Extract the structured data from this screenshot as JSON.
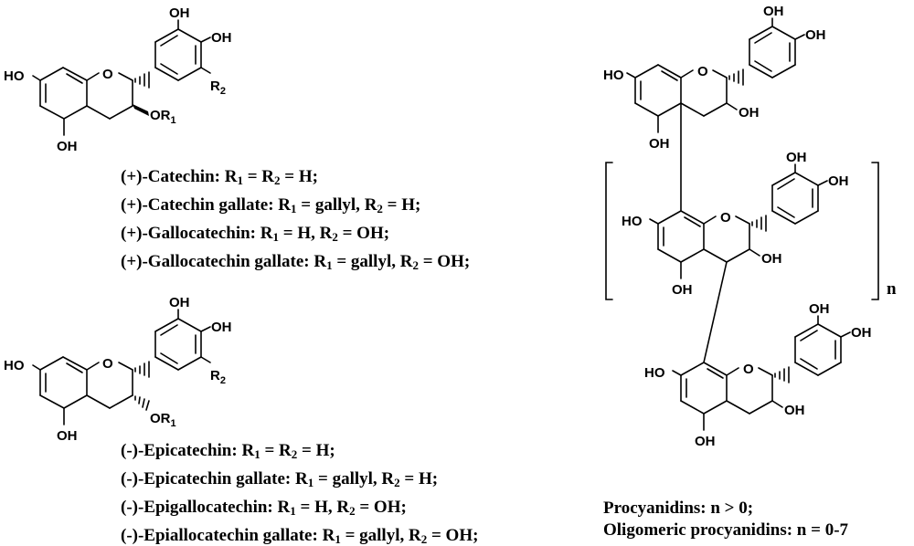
{
  "atoms": {
    "oh": "OH",
    "ho": "HO",
    "o": "O",
    "r2": "R",
    "r2_sub": "2",
    "or1": "OR",
    "or1_sub": "1",
    "n": "n"
  },
  "catechins": [
    {
      "name": "(+)-Catechin:",
      "r1": "H",
      "r2": "H;",
      "form": "equal"
    },
    {
      "name": "(+)-Catechin gallate:",
      "r1": "gallyl",
      "r2": "H;",
      "form": "pair"
    },
    {
      "name": "(+)-Gallocatechin:",
      "r1": "H",
      "r2": "OH;",
      "form": "pair"
    },
    {
      "name": "(+)-Gallocatechin gallate:",
      "r1": "gallyl",
      "r2": "OH;",
      "form": "pair"
    }
  ],
  "epicatechins": [
    {
      "name": "(-)-Epicatechin:",
      "r1": "H",
      "r2": "H;",
      "form": "equal"
    },
    {
      "name": "(-)-Epicatechin gallate:",
      "r1": "gallyl",
      "r2": "H;",
      "form": "pair"
    },
    {
      "name": "(-)-Epigallocatechin:",
      "r1": "H",
      "r2": "OH;",
      "form": "pair"
    },
    {
      "name": "(-)-Epiallocatechin gallate:",
      "r1": "gallyl",
      "r2": "OH;",
      "form": "pair"
    }
  ],
  "procyanidins": {
    "line1": "Procyanidins: n > 0;",
    "line2": "Oligomeric procyanidins: n = 0-7"
  }
}
